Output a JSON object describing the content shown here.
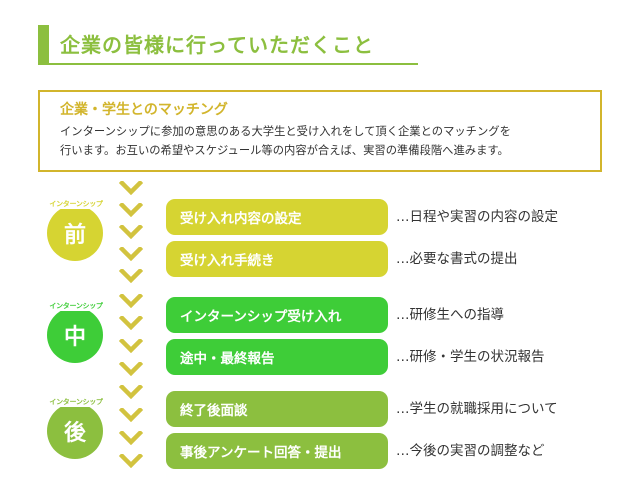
{
  "title": "企業の皆様に行っていただくこと",
  "intro": {
    "heading": "企業・学生とのマッチング",
    "body_lines": [
      "インターンシップに参加の意思のある大学生と受け入れをして頂く企業とのマッチングを",
      "行います。お互いの希望やスケジュール等の内容が合えば、実習の準備段階へ進みます。"
    ]
  },
  "colors": {
    "title_green": "#8cbf3f",
    "intro_border": "#d2b52c",
    "chevron": "#d2c33f",
    "phase_before": "#d6d432",
    "phase_during": "#3ecd38",
    "phase_after": "#8cbf3f"
  },
  "phases": [
    {
      "label": "インターンシップ",
      "kanji": "前",
      "steps": [
        {
          "title": "受け入れ内容の設定",
          "note": "…日程や実習の内容の設定"
        },
        {
          "title": "受け入れ手続き",
          "note": "…必要な書式の提出"
        }
      ]
    },
    {
      "label": "インターンシップ",
      "kanji": "中",
      "steps": [
        {
          "title": "インターンシップ受け入れ",
          "note": "…研修生への指導"
        },
        {
          "title": "途中・最終報告",
          "note": "…研修・学生の状況報告"
        }
      ]
    },
    {
      "label": "インターンシップ",
      "kanji": "後",
      "steps": [
        {
          "title": "終了後面談",
          "note": "…学生の就職採用について"
        },
        {
          "title": "事後アンケート回答・提出",
          "note": "…今後の実習の調整など"
        }
      ]
    }
  ],
  "icons": {
    "chevron": "chevron-down-icon"
  }
}
